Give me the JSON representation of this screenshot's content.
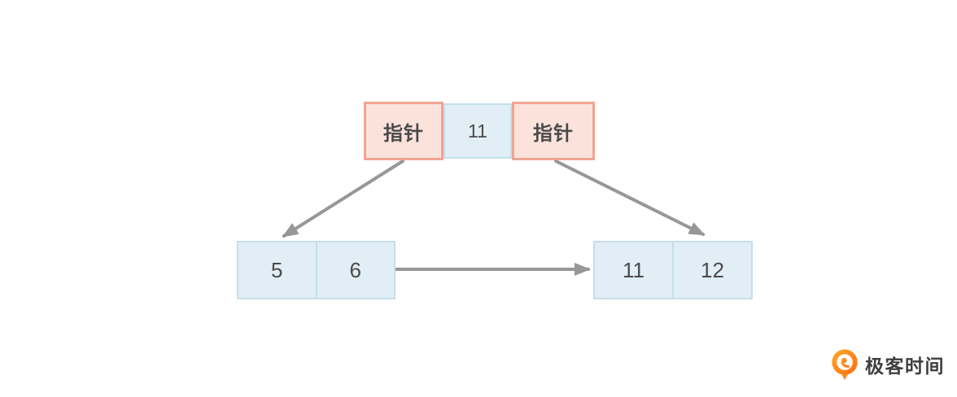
{
  "page": {
    "background": "#ffffff",
    "description": "B+ tree index diagram: root node with pointer cells linking to two leaf nodes, leaves linked left-to-right"
  },
  "diagram": {
    "root_node": {
      "cells": [
        {
          "label": "指针",
          "kind": "pointer"
        },
        {
          "label": "11",
          "kind": "key"
        },
        {
          "label": "指针",
          "kind": "pointer"
        }
      ]
    },
    "leaf_left": {
      "cells": [
        {
          "label": "5"
        },
        {
          "label": "6"
        }
      ]
    },
    "leaf_right": {
      "cells": [
        {
          "label": "11"
        },
        {
          "label": "12"
        }
      ]
    },
    "arrows": [
      {
        "name": "root-left-pointer-to-left-leaf"
      },
      {
        "name": "root-right-pointer-to-right-leaf"
      },
      {
        "name": "left-leaf-to-right-leaf"
      }
    ],
    "colors": {
      "pointer_cell_fill": "#fbe3dc",
      "pointer_cell_border": "#f0a492",
      "key_cell_fill": "#e1eef5",
      "key_cell_border": "#c6deeb",
      "arrow": "#979797",
      "text": "#4a4a4a"
    }
  },
  "branding": {
    "logo_text": "极客时间",
    "logo_icon": "geektime-q-pin-icon",
    "logo_orange": "#ff8a0d",
    "logo_text_color": "#3f3f3f"
  }
}
